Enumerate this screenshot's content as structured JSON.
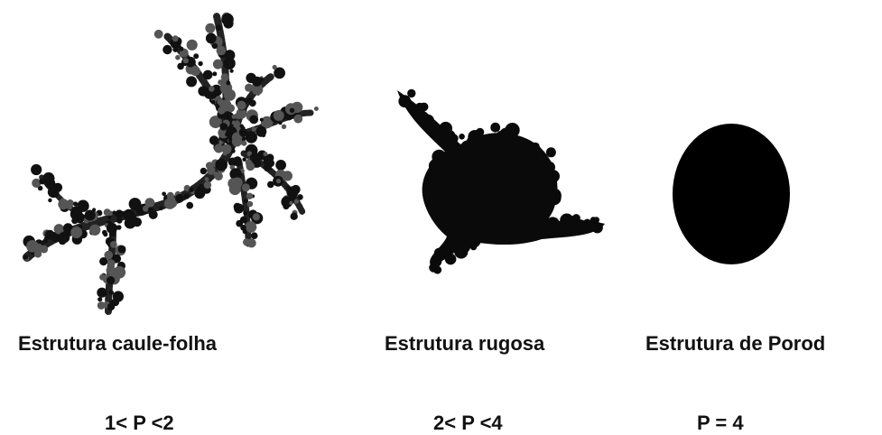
{
  "panels": [
    {
      "shape": "stem-leaf fractal aggregate",
      "caption": "Estrutura caule-folha",
      "condition": "1< P <2"
    },
    {
      "shape": "rough compact aggregate",
      "caption": "Estrutura rugosa",
      "condition": "2< P <4"
    },
    {
      "shape": "smooth ellipse",
      "caption": "Estrutura de Porod",
      "condition": "P = 4"
    }
  ],
  "colors": {
    "shape_fill": "#000000",
    "background": "#ffffff"
  }
}
